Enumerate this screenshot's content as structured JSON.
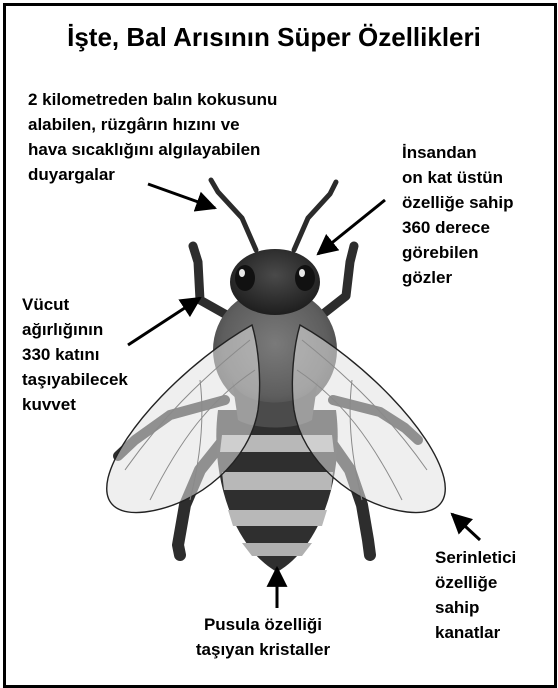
{
  "title": "İşte, Bal Arısının Süper Özellikleri",
  "labels": {
    "antennae": "2 kilometreden balın kokusunu\nalabilen, rüzgârın hızını ve\nhava sıcaklığını algılayabilen\nduyargalar",
    "eyes": "İnsandan\non kat üstün\nözelliğe sahip\n360 derece\ngörebilen\ngözler",
    "strength": "Vücut\nağırlığının\n330 katını\ntaşıyabilecek\nkuvvet",
    "wings": "Serinletici\nözelliğe\nsahip\nkanatlar",
    "crystals": "Pusula özelliği\ntaşıyan kristaller"
  }
}
